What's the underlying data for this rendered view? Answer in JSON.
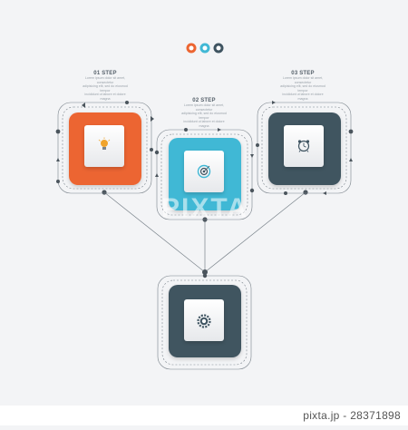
{
  "colors": {
    "background": "#f3f4f6",
    "step1": "#ec6531",
    "step2": "#41b8d5",
    "step3": "#3f5461",
    "center": "#3f5461",
    "line": "#6d7780"
  },
  "dots": [
    "#ec6531",
    "#41b8d5",
    "#3f5461"
  ],
  "steps": [
    {
      "id": "step1",
      "title": "01 STEP",
      "icon": "lightbulb-icon",
      "lines": [
        "Lorem ipsum dolor sit amet, consectetur",
        "adipisicing elit, sed do eiusmod tempor",
        "incididunt ut labore et dolore magna"
      ]
    },
    {
      "id": "step2",
      "title": "02 STEP",
      "icon": "target-icon",
      "lines": [
        "Lorem ipsum dolor sit amet, consectetur",
        "adipisicing elit, sed do eiusmod tempor",
        "incididunt ut labore et dolore magna"
      ]
    },
    {
      "id": "step3",
      "title": "03 STEP",
      "icon": "alarm-clock-icon",
      "lines": [
        "Lorem ipsum dolor sit amet, consectetur",
        "adipisicing elit, sed do eiusmod tempor",
        "incididunt ut labore et dolore magna"
      ]
    }
  ],
  "center": {
    "icon": "gear-icon"
  },
  "watermark": "PIXTA",
  "footer": "pixta.jp - 28371898"
}
